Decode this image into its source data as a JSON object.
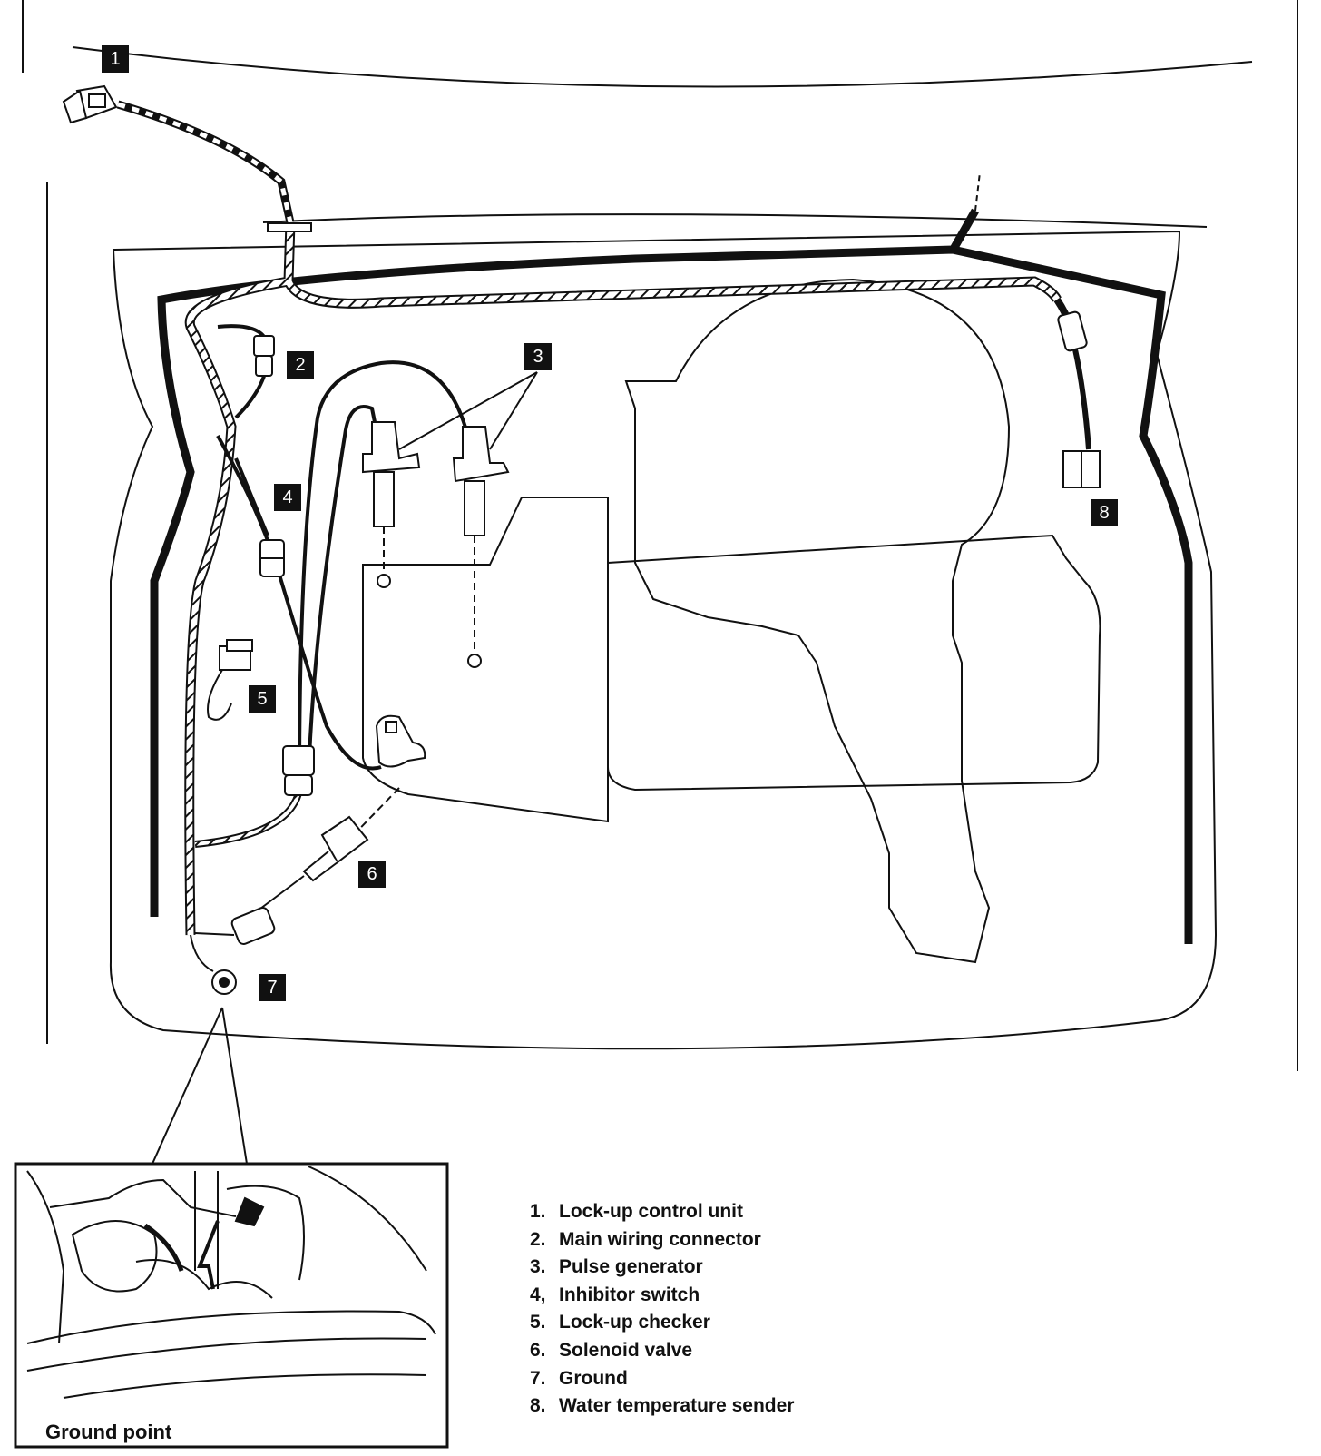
{
  "diagram": {
    "callouts": [
      "1",
      "2",
      "3",
      "4",
      "5",
      "6",
      "7",
      "8"
    ],
    "inset_title": "Ground point"
  },
  "legend": [
    {
      "num": "1.",
      "label": "Lock-up control unit"
    },
    {
      "num": "2.",
      "label": "Main wiring connector"
    },
    {
      "num": "3.",
      "label": "Pulse generator"
    },
    {
      "num": "4,",
      "label": "Inhibitor switch"
    },
    {
      "num": "5.",
      "label": "Lock-up checker"
    },
    {
      "num": "6.",
      "label": "Solenoid valve"
    },
    {
      "num": "7.",
      "label": "Ground"
    },
    {
      "num": "8.",
      "label": "Water temperature sender"
    }
  ],
  "colors": {
    "ink": "#111111",
    "paper": "#ffffff"
  }
}
